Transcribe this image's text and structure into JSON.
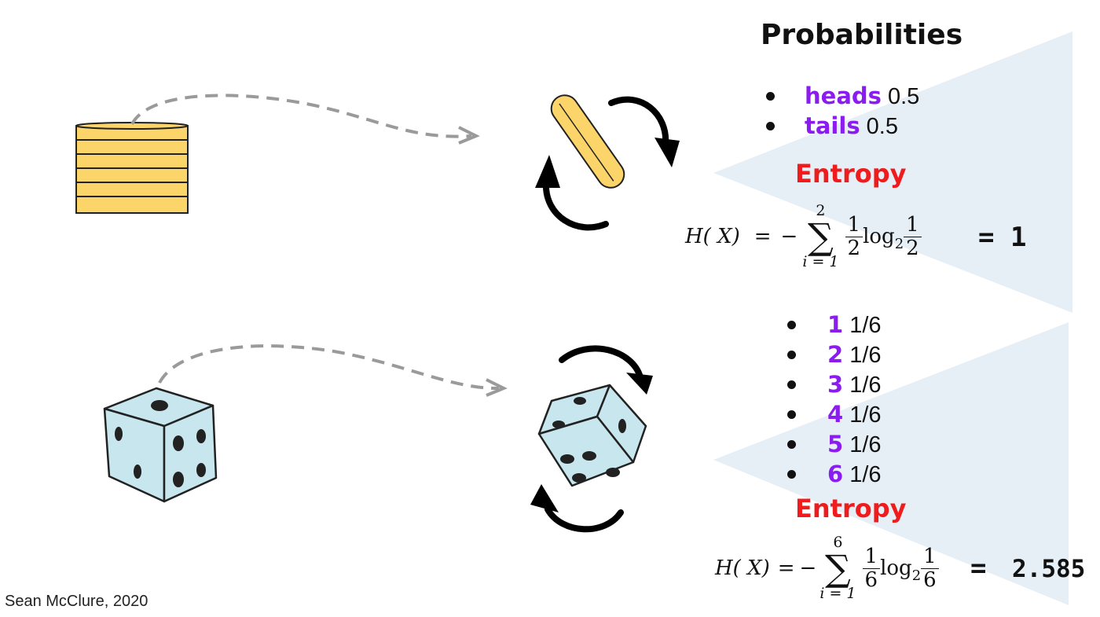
{
  "title": "Probabilities",
  "coin": {
    "items": [
      {
        "label": "heads",
        "value": "0.5"
      },
      {
        "label": "tails",
        "value": "0.5"
      }
    ],
    "entropy_label": "Entropy",
    "formula": {
      "lhs": "H( X)",
      "eq": "=",
      "minus": "−",
      "sigma": "∑",
      "upper": "2",
      "lower": "i = 1",
      "frac_num": "1",
      "frac_den": "2",
      "log": "log",
      "log_sub": "2"
    },
    "result": "= 1"
  },
  "die": {
    "items": [
      {
        "label": "1",
        "value": "1/6"
      },
      {
        "label": "2",
        "value": "1/6"
      },
      {
        "label": "3",
        "value": "1/6"
      },
      {
        "label": "4",
        "value": "1/6"
      },
      {
        "label": "5",
        "value": "1/6"
      },
      {
        "label": "6",
        "value": "1/6"
      }
    ],
    "entropy_label": "Entropy",
    "formula": {
      "lhs": "H( X)",
      "eq": "=",
      "minus": "−",
      "sigma": "∑",
      "upper": "6",
      "lower": "i = 1",
      "frac_num": "1",
      "frac_den": "6",
      "log": "log",
      "log_sub": "2"
    },
    "result_eq": "=",
    "result": "2.585"
  },
  "credit": "Sean McClure, 2020",
  "colors": {
    "label": "#8a1cf0",
    "entropy": "#ee1c1c",
    "coin": "#fcd56a",
    "die": "#c8e6ed",
    "cone": "#e6eef6",
    "arrow_dashed": "#9a9a9a"
  },
  "icons": [
    "coin-stack-icon",
    "flipping-coin-icon",
    "die-icon",
    "tumbling-die-icon",
    "rotation-arrows-icon",
    "dashed-arrow-icon"
  ]
}
